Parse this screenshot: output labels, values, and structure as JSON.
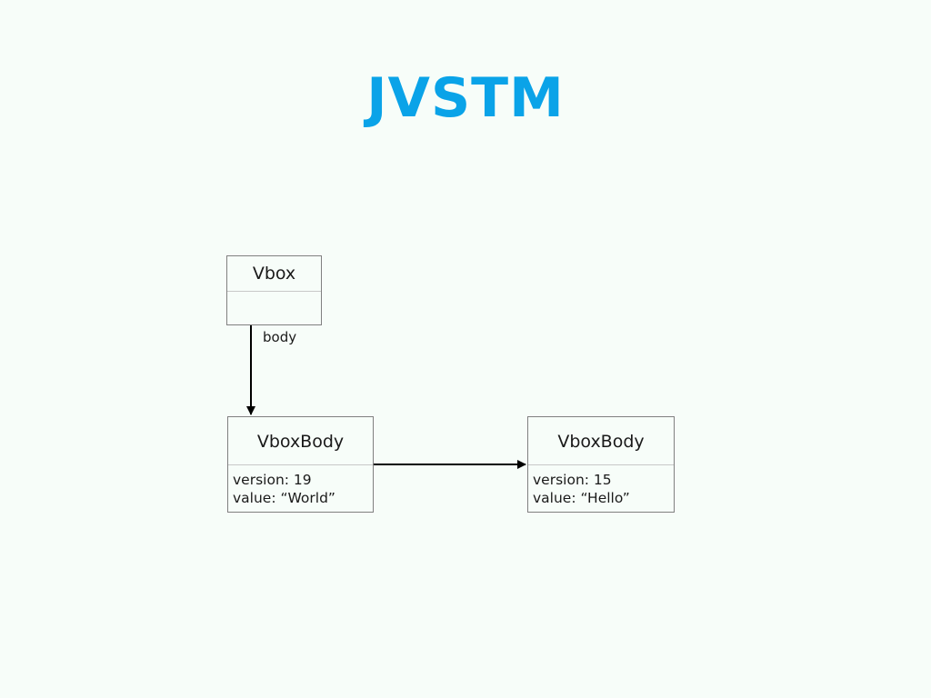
{
  "title": "JVSTM",
  "nodes": {
    "vbox": {
      "name": "Vbox"
    },
    "body_current": {
      "name": "VboxBody",
      "version": "version: 19",
      "value": "value: “World”"
    },
    "body_previous": {
      "name": "VboxBody",
      "version": "version: 15",
      "value": "value: “Hello”"
    }
  },
  "edges": {
    "vbox_to_body": {
      "label": "body"
    }
  },
  "colors": {
    "title": "#0aa3e8",
    "background": "#f7fdf9",
    "box_border": "#808080",
    "arrow": "#000000"
  }
}
